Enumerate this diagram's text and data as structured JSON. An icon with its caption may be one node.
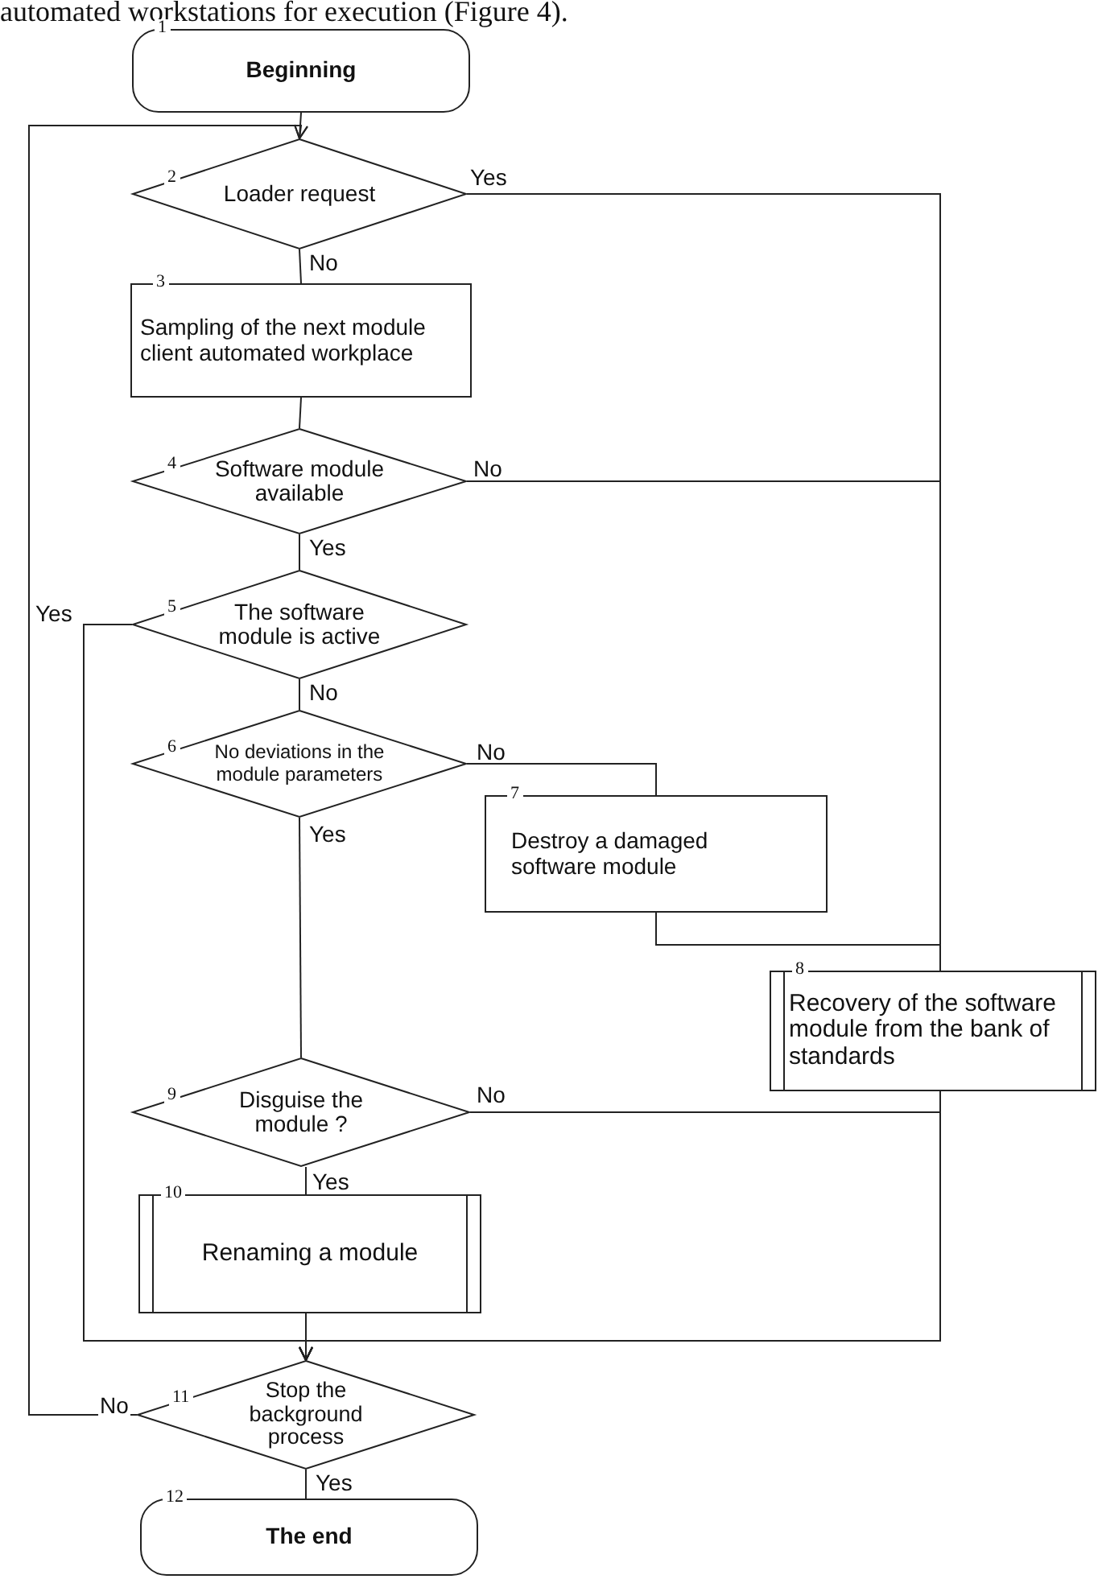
{
  "diagram": {
    "nodes": [
      {
        "text": [
          "Beginning"
        ],
        "beside": [
          "1"
        ]
      },
      {
        "text": [
          "Loader request"
        ],
        "beside": [
          "2"
        ]
      },
      {
        "text": [
          "Sampling of the next module client automated workplace"
        ],
        "beside": [
          "3"
        ]
      },
      {
        "text": [
          "Software module available"
        ],
        "beside": [
          "4"
        ]
      },
      {
        "text": [
          "The software module is active"
        ],
        "beside": [
          "5"
        ]
      },
      {
        "text": [
          "No deviations in the module parameters"
        ],
        "beside": [
          "6"
        ]
      },
      {
        "text": [
          "Destroy a damaged software module"
        ],
        "beside": [
          "7"
        ]
      },
      {
        "text": [
          "Recovery of the software module from the bank of standards"
        ],
        "beside": [
          "8"
        ]
      },
      {
        "text": [
          "Disguise the module ?"
        ],
        "beside": [
          "9"
        ]
      },
      {
        "text": [
          "Renaming a module"
        ],
        "beside": [
          "10"
        ]
      },
      {
        "text": [
          "Stop the background process"
        ],
        "beside": [
          "11"
        ]
      },
      {
        "text": [
          "The end"
        ],
        "beside": [
          "12"
        ]
      }
    ],
    "edges": [
      {
        "from": 0,
        "to": 1,
        "arrow": "none"
      },
      {
        "from": 1,
        "to": 2,
        "arrow": "none",
        "label": "No"
      },
      {
        "from": 1,
        "to": 7,
        "arrow": "none",
        "label": "Yes"
      },
      {
        "from": 2,
        "to": 3,
        "arrow": "none"
      },
      {
        "from": 3,
        "to": 4,
        "arrow": "none",
        "label": "Yes"
      },
      {
        "from": 3,
        "to": 7,
        "arrow": "none",
        "label": "No"
      },
      {
        "from": 4,
        "to": 5,
        "arrow": "none",
        "label": "No"
      },
      {
        "from": 4,
        "to": 10,
        "arrow": "to",
        "label": "Yes"
      },
      {
        "from": 5,
        "to": 6,
        "arrow": "none",
        "label": "No"
      },
      {
        "from": 5,
        "to": 8,
        "arrow": "none",
        "label": "Yes"
      },
      {
        "from": 6,
        "to": 7,
        "arrow": "none"
      },
      {
        "from": 7,
        "to": 10,
        "arrow": "to"
      },
      {
        "from": 8,
        "to": 10,
        "arrow": "to",
        "label": "No"
      },
      {
        "from": 8,
        "to": 9,
        "arrow": "none",
        "label": "Yes"
      },
      {
        "from": 9,
        "to": 10,
        "arrow": "to"
      },
      {
        "from": 10,
        "to": 1,
        "arrow": "to",
        "label": "No"
      },
      {
        "from": 10,
        "to": 11,
        "arrow": "none",
        "label": "Yes"
      }
    ],
    "labels": [
      "automated workstations for execution (Figure 4)."
    ]
  }
}
